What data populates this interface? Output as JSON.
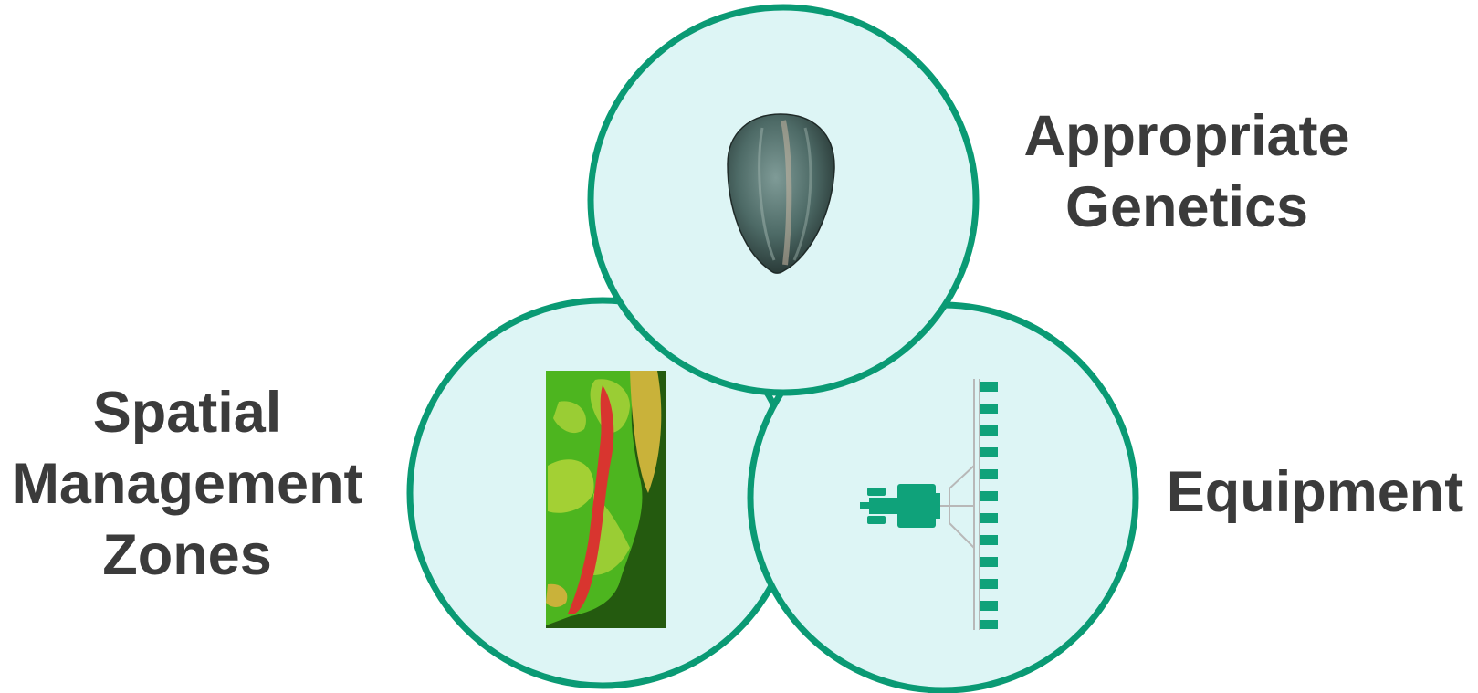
{
  "colors": {
    "circle_fill": "#ddf5f5",
    "circle_stroke": "#0a9a74",
    "text": "#3b3b3b",
    "equipment_accent": "#0fa27a"
  },
  "labels": {
    "genetics": [
      "Appropriate",
      "Genetics"
    ],
    "spatial": [
      "Spatial",
      "Management",
      "Zones"
    ],
    "equipment": [
      "Equipment"
    ]
  },
  "icons": {
    "top": "seed-icon",
    "left": "management-zone-map-icon",
    "right": "tractor-planter-icon"
  }
}
